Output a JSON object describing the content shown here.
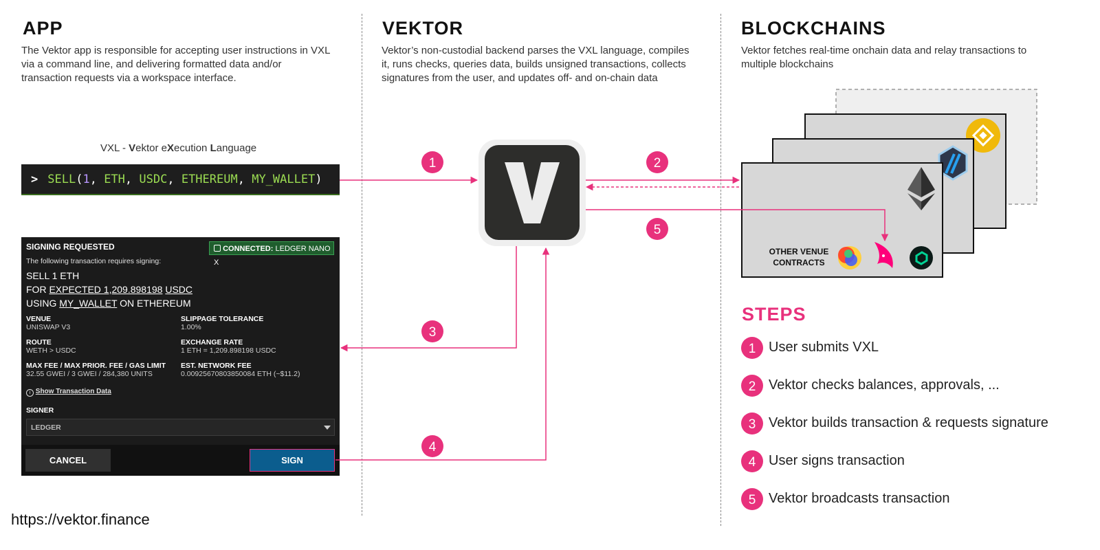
{
  "columns": {
    "app": {
      "title": "APP",
      "desc_lines": [
        "The Vektor app is responsible for accepting user instructions in VXL",
        "via a command line, and delivering formatted data and/or",
        "transaction requests via a workspace interface."
      ]
    },
    "vektor": {
      "title": "VEKTOR",
      "desc_lines": [
        "Vektor’s non-custodial backend parses the VXL language, compiles",
        "it, runs checks, queries data, builds unsigned transactions, collects",
        "signatures from the user, and updates off- and on-chain data"
      ]
    },
    "blockchains": {
      "title": "BLOCKCHAINS",
      "desc_lines": [
        "Vektor fetches real-time onchain data and relay transactions to",
        "multiple blockchains"
      ]
    }
  },
  "vxl": {
    "caption_parts": [
      "VXL - ",
      "V",
      "ektor e",
      "X",
      "ecution ",
      "L",
      "anguage"
    ],
    "command": {
      "prompt": ">",
      "fn": "SELL",
      "open": "(",
      "arg1": "1",
      "sep": ", ",
      "arg2": "ETH",
      "arg3": "USDC",
      "arg4": "ETHEREUM",
      "arg5": "MY_WALLET",
      "close": ")"
    }
  },
  "signing": {
    "title": "SIGNING REQUESTED",
    "badge_strong": "CONNECTED:",
    "badge_rest": "LEDGER NANO X",
    "subtitle": "The following transaction requires signing:",
    "line1": "SELL 1 ETH",
    "line2_pre": "FOR ",
    "line2_u1": "EXPECTED 1,209.898198",
    "line2_u2": "USDC",
    "line3_pre": "USING ",
    "line3_u": "MY_WALLET",
    "line3_post": " ON ETHEREUM",
    "fields": [
      {
        "label": "VENUE",
        "value": "UNISWAP V3"
      },
      {
        "label": "SLIPPAGE TOLERANCE",
        "value": "1.00%"
      },
      {
        "label": "ROUTE",
        "value": "WETH > USDC"
      },
      {
        "label": "EXCHANGE RATE",
        "value": "1 ETH = 1,209.898198 USDC"
      },
      {
        "label": "MAX FEE / MAX PRIOR. FEE / GAS LIMIT",
        "value": "32.55 GWEI / 3 GWEI / 284,380 UNITS"
      },
      {
        "label": "EST. NETWORK FEE",
        "value": "0.00925670803850084 ETH (~$11.2)"
      }
    ],
    "show_data": "Show Transaction Data",
    "signer_label": "SIGNER",
    "signer_value": "LEDGER",
    "cancel": "CANCEL",
    "sign": "SIGN"
  },
  "markers": [
    "1",
    "2",
    "3",
    "4",
    "5"
  ],
  "venues_label_line1": "OTHER VENUE",
  "venues_label_line2": "CONTRACTS",
  "steps": {
    "title": "STEPS",
    "items": [
      {
        "num": "1",
        "text": "User submits VXL"
      },
      {
        "num": "2",
        "text": "Vektor checks balances, approvals, ..."
      },
      {
        "num": "3",
        "text": "Vektor builds transaction & requests signature"
      },
      {
        "num": "4",
        "text": "User signs transaction"
      },
      {
        "num": "5",
        "text": "Vektor broadcasts transaction"
      }
    ]
  },
  "footer_url": "https://vektor.finance",
  "icons": [
    "vektor-logo-icon",
    "ethereum-icon",
    "arbitrum-icon",
    "bnb-icon",
    "curve-icon",
    "uniswap-icon",
    "compound-icon",
    "info-icon",
    "ledger-icon",
    "chevron-down-icon"
  ],
  "colors": {
    "accent": "#e8317c",
    "cmd_green": "#9bdc52",
    "panel_bg": "#1b1b1b",
    "sign_blue": "#0b5d8e"
  }
}
